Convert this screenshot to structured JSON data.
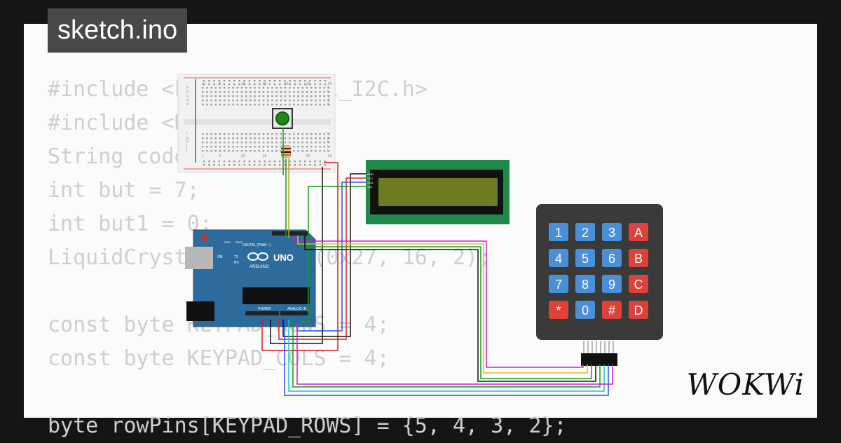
{
  "title": "sketch.ino",
  "code_lines": [
    "#include <LiquidCrystal_I2C.h>",
    "#include <Keypad.h>",
    "String code;",
    "int but = 7;",
    "int but1 = 0;",
    "LiquidCrystal_I2C lcd(0x27, 16, 2);",
    "",
    "const byte KEYPAD_ROWS = 4;",
    "const byte KEYPAD_COLS = 4;",
    "",
    "byte rowPins[KEYPAD_ROWS] = {5, 4, 3, 2};"
  ],
  "brand": "WOKWi",
  "arduino": {
    "label": "UNO",
    "brand": "ARDUINO",
    "digital_label": "DIGITAL (PWM ~)",
    "power_label": "POWER",
    "analog_label": "ANALOG IN",
    "tx": "TX",
    "rx": "RX",
    "on": "ON",
    "aref": "AREF",
    "gnd": "GND"
  },
  "keypad": {
    "keys": [
      "1",
      "2",
      "3",
      "A",
      "4",
      "5",
      "6",
      "B",
      "7",
      "8",
      "9",
      "C",
      "*",
      "0",
      "#",
      "D"
    ]
  },
  "breadboard": {
    "numbers": [
      "1",
      "5",
      "10",
      "15",
      "20",
      "25",
      "30"
    ],
    "rows": [
      "a",
      "b",
      "c",
      "d",
      "e",
      "f",
      "g",
      "h",
      "i",
      "j"
    ]
  },
  "lcd": {
    "pins": [
      "GND",
      "VCC",
      "SDA",
      "SCL"
    ]
  },
  "colors": {
    "background": "#151515",
    "card": "#fbfbfb",
    "code_text": "#cfcfcf",
    "title_bg": "#484848",
    "arduino_board": "#2c6b9c",
    "keypad_body": "#3a3a3a",
    "key_blue": "#4a90d9",
    "key_red": "#e0403a",
    "lcd_board": "#1f8a4a",
    "lcd_screen": "#6b7d1f"
  }
}
